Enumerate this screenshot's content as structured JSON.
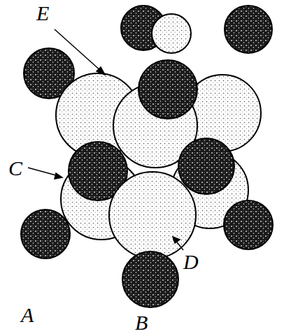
{
  "diagram": {
    "labels": [
      "E",
      "C",
      "D",
      "A",
      "B"
    ]
  }
}
